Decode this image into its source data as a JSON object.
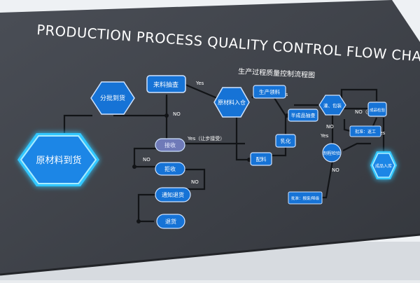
{
  "title": "PRODUCTION PROCESS QUALITY CONTROL FLOW CHART",
  "subtitle": "生产过程质量控制流程图",
  "nodes": {
    "raw_arrival": "原材料到货",
    "batch_arrival": "分批到货",
    "incoming_sampling": "来料抽查",
    "warehouse_in": "原材料入仓",
    "receive": "接收",
    "reject": "拒收",
    "notify_return": "通知退货",
    "return": "退货",
    "material_issue": "生产领料",
    "semi_check": "半成品抽查",
    "emulsify": "乳化",
    "compound": "配料",
    "fill_pack": "灌、包装",
    "finished_check": "成品检验",
    "process_check": "制程检验",
    "rework_batch": "批准：返工",
    "scrap_batch": "批准：报废/降级",
    "product_in": "成品入库"
  },
  "labels": {
    "yes": "Yes",
    "no": "NO",
    "yes_concession": "Yes（让步接受）",
    "no_rework": "NO（返工）"
  },
  "colors": {
    "wall": "#43474f",
    "node_fill": "#1673d6",
    "node_border": "#cfe3ff",
    "glow": "#49d2ff",
    "line": "#111418",
    "text": "#ffffff"
  }
}
